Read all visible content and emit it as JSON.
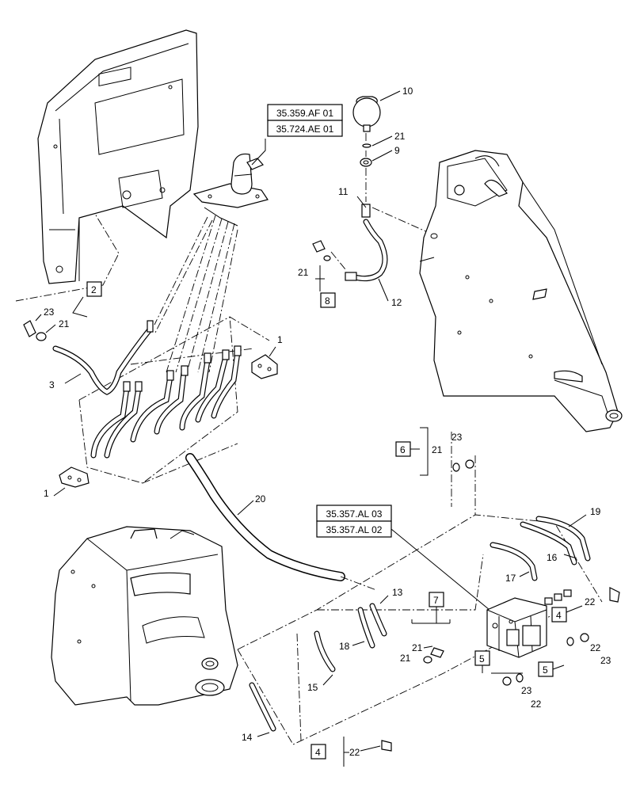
{
  "refs": {
    "r1": "35.359.AF 01",
    "r2": "35.724.AE 01",
    "r3": "35.357.AL 03",
    "r4": "35.357.AL 02"
  },
  "callouts": {
    "c1a": "1",
    "c1b": "1",
    "c2": "2",
    "c3": "3",
    "c4a": "4",
    "c4b": "4",
    "c5a": "5",
    "c5b": "5",
    "c6": "6",
    "c7": "7",
    "c8": "8",
    "c9": "9",
    "c10": "10",
    "c11": "11",
    "c12": "12",
    "c13": "13",
    "c14": "14",
    "c15": "15",
    "c16": "16",
    "c17": "17",
    "c18": "18",
    "c19": "19",
    "c20": "20",
    "c21a": "21",
    "c21b": "21",
    "c21c": "21",
    "c21d": "21",
    "c21e": "21",
    "c21f": "21",
    "c22a": "22",
    "c22b": "22",
    "c22c": "22",
    "c22d": "22",
    "c23a": "23",
    "c23b": "23",
    "c23c": "23",
    "c23d": "23"
  }
}
